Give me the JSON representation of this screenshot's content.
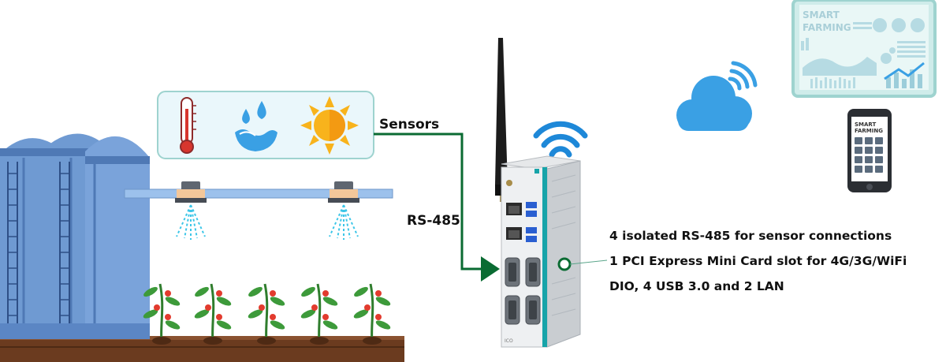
{
  "labels": {
    "sensors": "Sensors",
    "rs485": "RS-485"
  },
  "features": [
    "4 isolated RS-485 for sensor connections",
    "1 PCI Express Mini Card slot for 4G/3G/WiFi",
    "DIO, 4 USB 3.0 and 2 LAN"
  ],
  "dashboard": {
    "title_line1": "SMART",
    "title_line2": "FARMING"
  },
  "phone": {
    "title_line1": "SMART",
    "title_line2": "FARMING"
  },
  "device": {
    "brand": "ICO"
  },
  "colors": {
    "connector_green": "#0a6b32",
    "wifi_blue": "#1e88d8",
    "cloud_blue": "#3aa0e4",
    "panel_teal": "#9ed3cf",
    "silo_blue": "#5b86c4",
    "soil_brown": "#6b3b1f"
  },
  "icons": [
    "thermometer-icon",
    "water-drop-icon",
    "sun-icon",
    "wifi-icon",
    "cloud-icon",
    "cloud-wifi-icon"
  ]
}
